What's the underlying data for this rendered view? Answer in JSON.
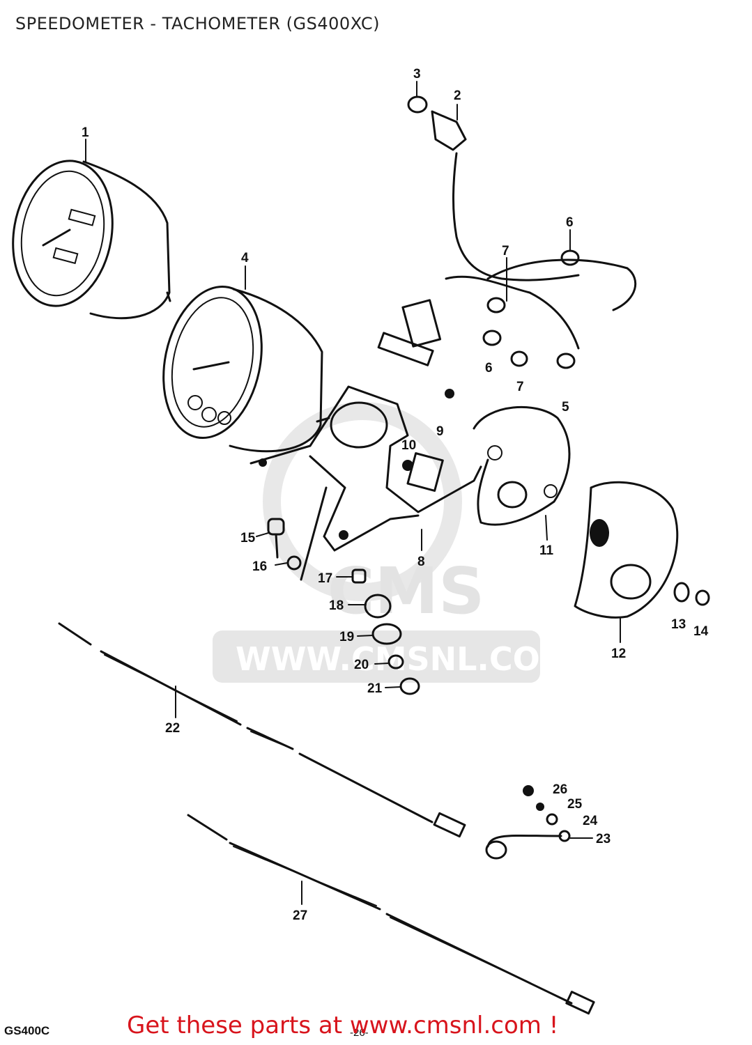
{
  "title": "SPEEDOMETER - TACHOMETER (GS400XC)",
  "watermark": {
    "brand": "CMS",
    "url": "WWW.CMSNL.COM",
    "color": "#e6e6e6"
  },
  "callouts": [
    "1",
    "2",
    "3",
    "4",
    "5",
    "6",
    "6",
    "7",
    "7",
    "8",
    "9",
    "10",
    "11",
    "12",
    "13",
    "14",
    "15",
    "16",
    "17",
    "18",
    "19",
    "20",
    "21",
    "22",
    "23",
    "24",
    "25",
    "26",
    "27"
  ],
  "footer": {
    "model": "GS400C",
    "page": "-26-",
    "promo": "Get these parts at www.cmsnl.com !",
    "promo_color": "#d8141c"
  }
}
